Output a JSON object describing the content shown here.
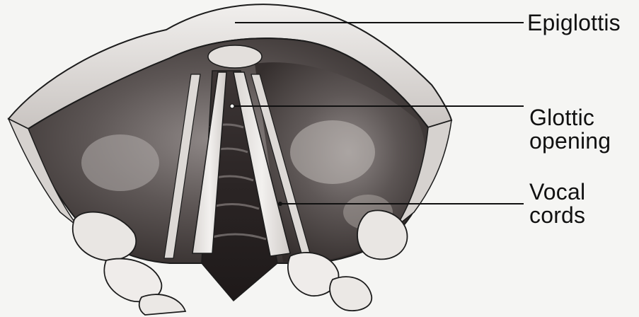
{
  "labels": {
    "epiglottis": "Epiglottis",
    "glottic_opening": "Glottic\nopening",
    "vocal_cords": "Vocal\ncords"
  },
  "colors": {
    "background": "#f5f5f3",
    "outline": "#1c1c1c",
    "tissue_dark": "#3a3332",
    "tissue_mid": "#5b5453",
    "highlight": "#e6e3e0",
    "label_text": "#111111"
  }
}
